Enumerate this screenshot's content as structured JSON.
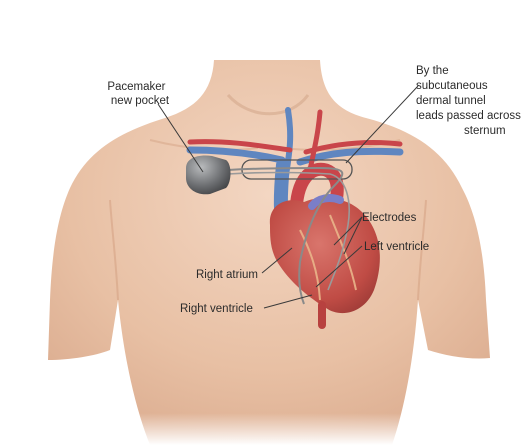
{
  "labels": {
    "pacemaker": [
      "Pacemaker",
      "new pocket"
    ],
    "tunnel": [
      "By the",
      "subcutaneous",
      "dermal tunnel",
      "leads passed across",
      "sternum"
    ],
    "electrodes": "Electrodes",
    "left_ventricle": "Left ventricle",
    "right_atrium": "Right atrium",
    "right_ventricle": "Right ventricle"
  },
  "colors": {
    "skin": "#e8c2a6",
    "heart": "#c4524a",
    "vein": "#5f86c0",
    "artery": "#c9454a",
    "device": "#707274",
    "leader": "#3a3a3a"
  }
}
